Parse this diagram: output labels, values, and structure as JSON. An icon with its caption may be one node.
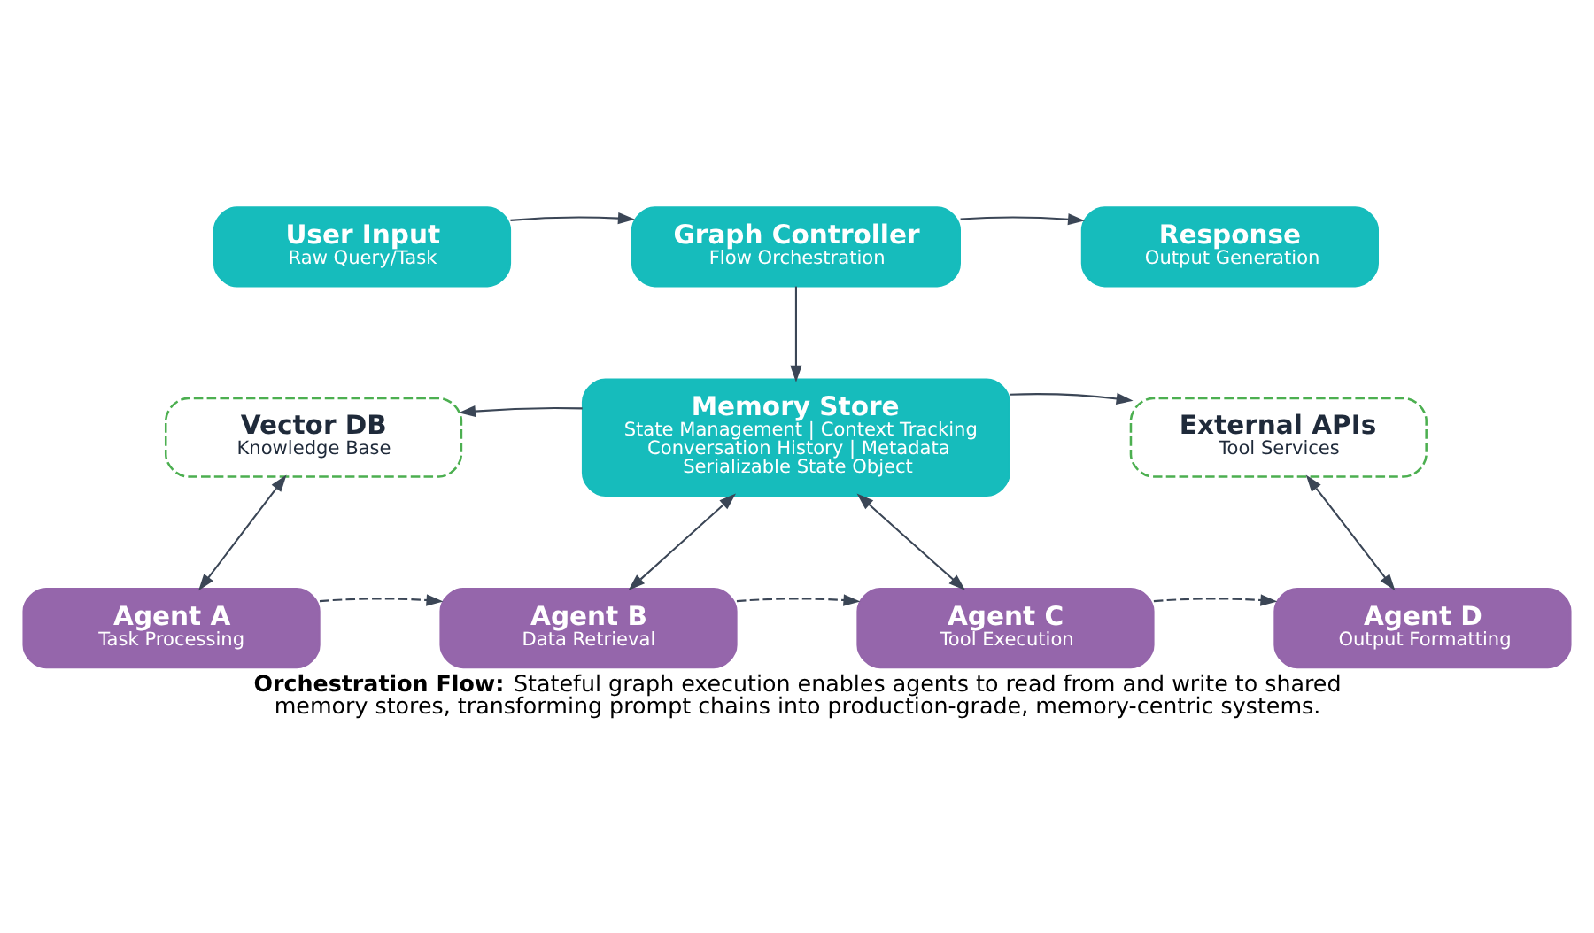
{
  "diagram": {
    "caption": "**Orchestration Flow:** Stateful graph execution enables agents to read from and write to shared memory stores, transforming prompt chains into production-grade, memory-centric systems.",
    "nodes": [
      {
        "text": [
          "User Input",
          "Raw Query/Task"
        ]
      },
      {
        "text": [
          "Graph Controller",
          "Flow Orchestration"
        ]
      },
      {
        "text": [
          "Response",
          "Output Generation"
        ]
      },
      {
        "text": [
          "Vector DB",
          "Knowledge Base"
        ]
      },
      {
        "text": [
          "Memory Store",
          "State Management | Context Tracking",
          "Conversation History | Metadata",
          "Serializable State Object"
        ]
      },
      {
        "text": [
          "External APIs",
          "Tool Services"
        ]
      },
      {
        "text": [
          "Agent A",
          "Task Processing"
        ]
      },
      {
        "text": [
          "Agent B",
          "Data Retrieval"
        ]
      },
      {
        "text": [
          "Agent C",
          "Tool Execution"
        ]
      },
      {
        "text": [
          "Agent D",
          "Output Formatting"
        ]
      }
    ],
    "edges": [
      {
        "from": 0,
        "to": 1,
        "arrow": "to"
      },
      {
        "from": 1,
        "to": 2,
        "arrow": "to"
      },
      {
        "from": 1,
        "to": 4,
        "arrow": "to"
      },
      {
        "from": 4,
        "to": 3,
        "arrow": "to"
      },
      {
        "from": 4,
        "to": 5,
        "arrow": "to"
      },
      {
        "from": 3,
        "to": 6,
        "arrow": "both"
      },
      {
        "from": 4,
        "to": 7,
        "arrow": "both"
      },
      {
        "from": 4,
        "to": 8,
        "arrow": "both"
      },
      {
        "from": 5,
        "to": 9,
        "arrow": "both"
      },
      {
        "from": 6,
        "to": 7,
        "arrow": "to",
        "style": "dashed"
      },
      {
        "from": 7,
        "to": 8,
        "arrow": "to",
        "style": "dashed"
      },
      {
        "from": 8,
        "to": 9,
        "arrow": "to",
        "style": "dashed"
      }
    ]
  }
}
